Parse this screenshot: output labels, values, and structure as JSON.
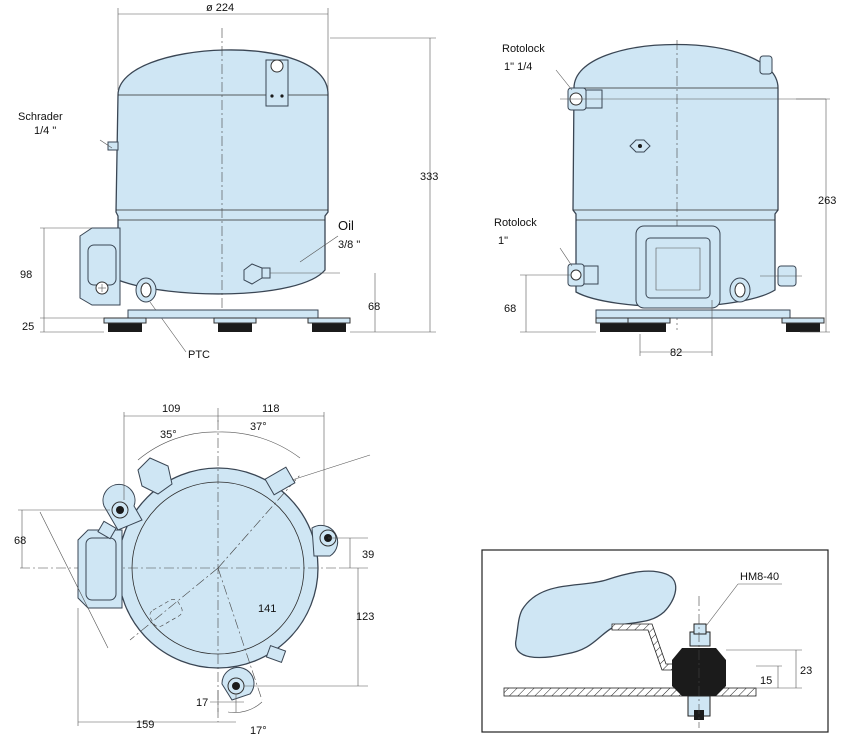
{
  "front_view": {
    "diameter": "ø 224",
    "height_total": "333",
    "schrader_label": "Schrader",
    "schrader_size": "1/4 \"",
    "oil_label": "Oil",
    "oil_size": "3/8 \"",
    "dim_98": "98",
    "dim_25": "25",
    "dim_68": "68",
    "ptc_label": "PTC"
  },
  "side_view": {
    "rotolock_top_label": "Rotolock",
    "rotolock_top_size": "1\" 1/4",
    "rotolock_bottom_label": "Rotolock",
    "rotolock_bottom_size": "1\"",
    "dim_263": "263",
    "dim_68": "68",
    "dim_82": "82"
  },
  "top_view": {
    "dim_109": "109",
    "dim_118": "118",
    "angle_35": "35°",
    "angle_37": "37°",
    "dim_68": "68",
    "dim_39": "39",
    "dim_141": "141",
    "dim_123": "123",
    "dim_17": "17",
    "dim_159": "159",
    "angle_17": "17°"
  },
  "mount_detail": {
    "grommet_label": "HM8-40",
    "dim_23": "23",
    "dim_15": "15"
  }
}
